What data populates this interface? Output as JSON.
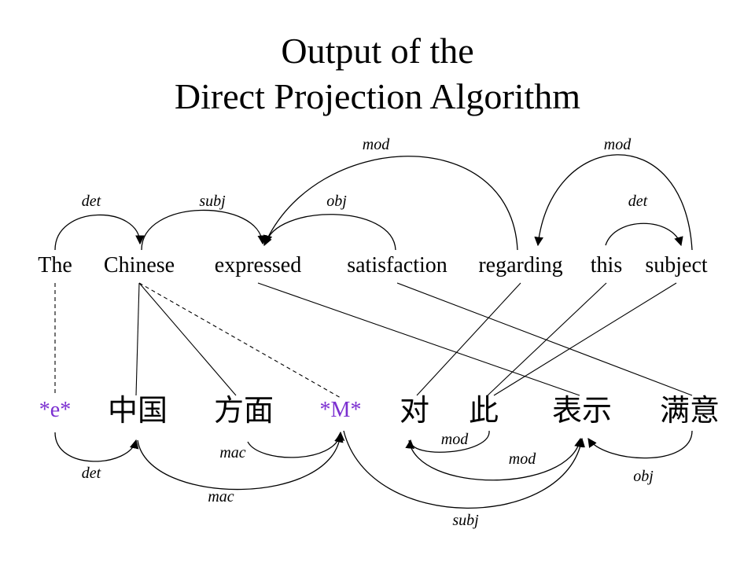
{
  "title": {
    "line1": "Output of the",
    "line2": "Direct Projection Algorithm"
  },
  "colors": {
    "empty_node": "#7B2FD0",
    "text": "#000000"
  },
  "english_words": [
    "The",
    "Chinese",
    "expressed",
    "satisfaction",
    "regarding",
    "this",
    "subject"
  ],
  "chinese_words": [
    "*e*",
    "中国",
    "方面",
    "*M*",
    "对",
    "此",
    "表示",
    "满意"
  ],
  "english_arcs": [
    {
      "label": "det"
    },
    {
      "label": "subj"
    },
    {
      "label": "obj"
    },
    {
      "label": "mod"
    },
    {
      "label": "det"
    },
    {
      "label": "mod"
    }
  ],
  "chinese_arcs": [
    {
      "label": "det"
    },
    {
      "label": "mac"
    },
    {
      "label": "mac"
    },
    {
      "label": "subj"
    },
    {
      "label": "mod"
    },
    {
      "label": "mod"
    },
    {
      "label": "obj"
    }
  ],
  "alignments": [
    {
      "en": "The",
      "zh": "*e*",
      "style": "dashed"
    },
    {
      "en": "Chinese",
      "zh": "中国",
      "style": "solid"
    },
    {
      "en": "Chinese",
      "zh": "方面",
      "style": "solid"
    },
    {
      "en": "Chinese",
      "zh": "*M*",
      "style": "dashed"
    },
    {
      "en": "expressed",
      "zh": "表示",
      "style": "solid"
    },
    {
      "en": "satisfaction",
      "zh": "满意",
      "style": "solid"
    },
    {
      "en": "regarding",
      "zh": "对",
      "style": "solid"
    },
    {
      "en": "this",
      "zh": "此",
      "style": "solid"
    },
    {
      "en": "subject",
      "zh": "此",
      "style": "solid"
    }
  ]
}
